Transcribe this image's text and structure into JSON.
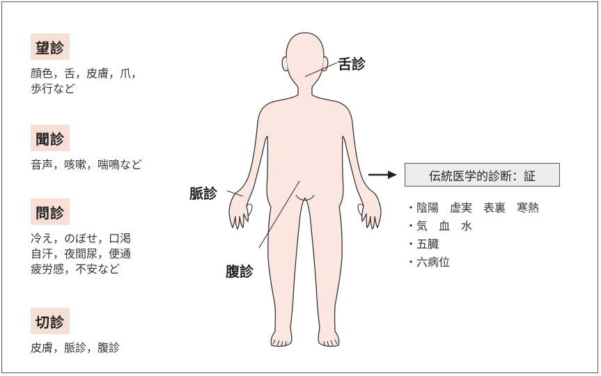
{
  "categories": [
    {
      "title": "望診",
      "desc": "顔色，舌，皮膚，爪，\n歩行など"
    },
    {
      "title": "聞診",
      "desc": "音声，咳嗽，喘鳴など"
    },
    {
      "title": "問診",
      "desc": "冷え，のぼせ，口渇\n自汗，夜間尿，便通\n疲労感，不安など"
    },
    {
      "title": "切診",
      "desc": "皮膚，脈診，腹診"
    }
  ],
  "body_labels": {
    "tongue": "舌診",
    "pulse": "脈診",
    "abdomen": "腹診"
  },
  "diagnosis": {
    "box_label": "伝統医学的診断：証",
    "items": [
      "・陰陽　虚実　表裏　寒熱",
      "・気　血　水",
      "・五臓",
      "・六病位"
    ]
  },
  "colors": {
    "title_bg": "#f7dfd6",
    "skin": "#fbe7df",
    "box_bg": "#ececec"
  }
}
